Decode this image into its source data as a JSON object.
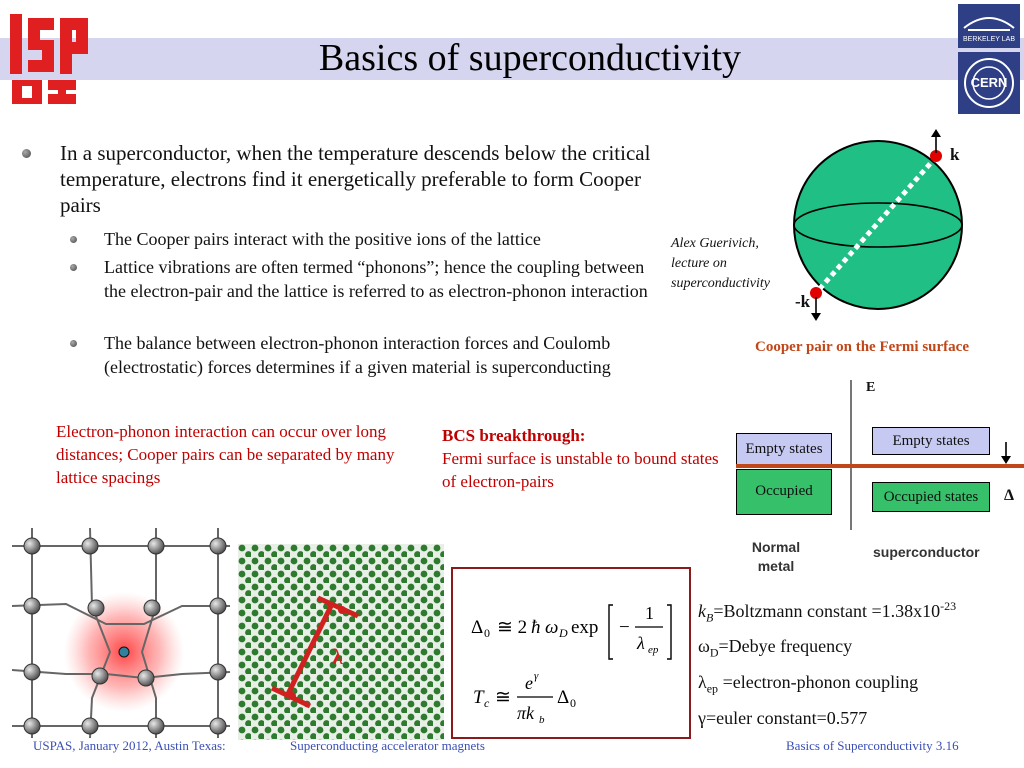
{
  "title": "Basics of superconductivity",
  "logos": {
    "left": "USPAS",
    "right_top": "BERKELEY LAB",
    "right_bottom": "CERN"
  },
  "bullets": {
    "main": "In a superconductor, when the temperature descends below the critical temperature, electrons find it energetically preferable to form Cooper pairs",
    "sub": [
      "The Cooper pairs interact with the positive ions of the lattice",
      "Lattice vibrations are often termed “phonons”; hence the coupling between the electron-pair and the lattice is referred to as electron-phonon interaction",
      "The balance between electron-phonon interaction forces and Coulomb (electrostatic) forces determines if a given material is superconducting"
    ]
  },
  "sphere": {
    "k_label": "k",
    "minus_k_label": "-k",
    "credit": [
      "Alex Guerivich,",
      "lecture on",
      "superconductivity"
    ],
    "caption": "Cooper pair on the Fermi surface"
  },
  "energy_diagram": {
    "axis_label": "E",
    "normal": {
      "empty": "Empty states",
      "occupied": "Occupied",
      "label": [
        "Normal",
        "metal"
      ]
    },
    "super": {
      "empty": "Empty states",
      "occupied": "Occupied states",
      "label": "superconductor",
      "gap": "Δ"
    }
  },
  "notes": {
    "phonon": "Electron-phonon interaction can occur over long distances; Cooper pairs can be separated by many lattice spacings",
    "bcs_title": "BCS breakthrough:",
    "bcs_text": "Fermi surface is unstable to bound states of electron-pairs"
  },
  "lattice_label": "λ",
  "legend": {
    "kb_sym": "k",
    "kb_sub": "B",
    "kb_text": "=Boltzmann constant =1.38x10",
    "kb_exp": "-23",
    "wd_sym": "ω",
    "wd_sub": "D",
    "wd_text": "=Debye frequency",
    "lep_sym": "λ",
    "lep_sub": "ep",
    "lep_text": " =electron-phonon coupling",
    "gamma_text": "γ=euler constant=0.577"
  },
  "footer": {
    "left": "USPAS, January 2012, Austin Texas:",
    "center": "Superconducting accelerator magnets",
    "right": "Basics of Superconductivity 3.16"
  },
  "colors": {
    "title_band": "#d5d5ef",
    "red": "#c00000",
    "sphere": "#1fbf86",
    "box_blue": "#c6c9f2",
    "box_green": "#35c069",
    "fermi_line": "#c0471a",
    "formula_border": "#8b1a1a",
    "footer": "#3a4fb5"
  }
}
